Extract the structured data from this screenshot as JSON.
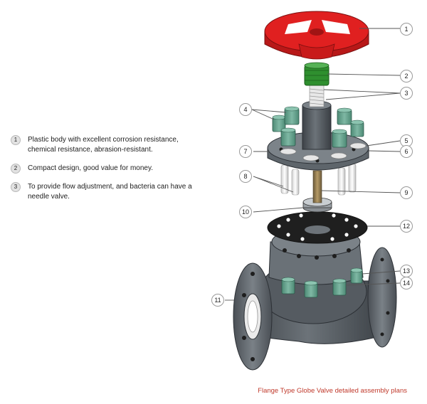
{
  "features": [
    {
      "num": "1",
      "text": "Plastic body with excellent corrosion resistance, chemical resistance, abrasion-resistant."
    },
    {
      "num": "2",
      "text": "Compact design, good value for money."
    },
    {
      "num": "3",
      "text": "To provide flow adjustment, and bacteria can have a needle valve."
    }
  ],
  "callouts": [
    "1",
    "2",
    "3",
    "4",
    "5",
    "6",
    "7",
    "8",
    "9",
    "10",
    "11",
    "12",
    "13",
    "14"
  ],
  "caption": "Flange Type Globe Valve detailed assembly plans",
  "colors": {
    "handwheel": "#e02020",
    "stem_nut": "#2f8f2f",
    "body": "#5a6066",
    "bolt_head": "#5f9a86",
    "caption": "#c0392b"
  }
}
